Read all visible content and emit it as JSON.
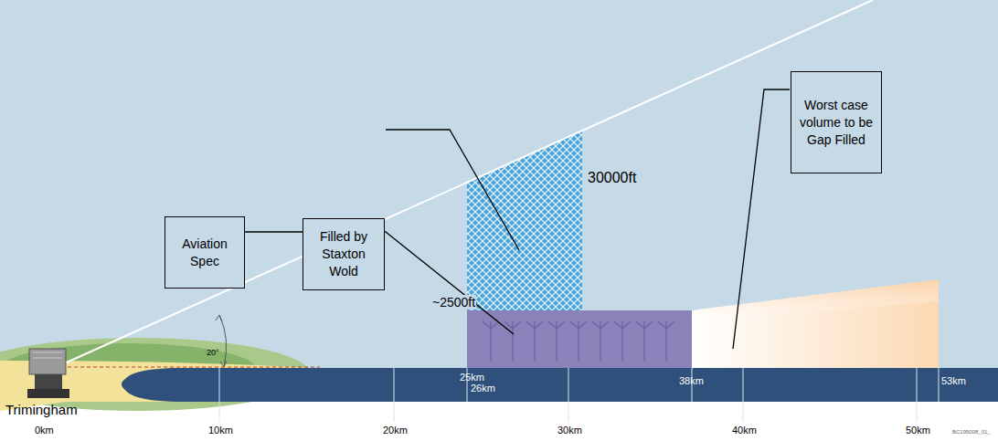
{
  "diagram": {
    "nodes": [
      {
        "text": [
          "Aviation Spec"
        ]
      },
      {
        "text": [
          "Filled by Staxton Wold"
        ]
      },
      {
        "text": [
          "Worst case volume to be Gap Filled"
        ]
      }
    ],
    "labels": [
      "30000ft",
      "~2500ft",
      "20°",
      "25km",
      "26km",
      "38km",
      "53km",
      "Trimingham",
      "0km",
      "10km",
      "20km",
      "30km",
      "40km",
      "50km",
      "BC195008_01_"
    ]
  }
}
